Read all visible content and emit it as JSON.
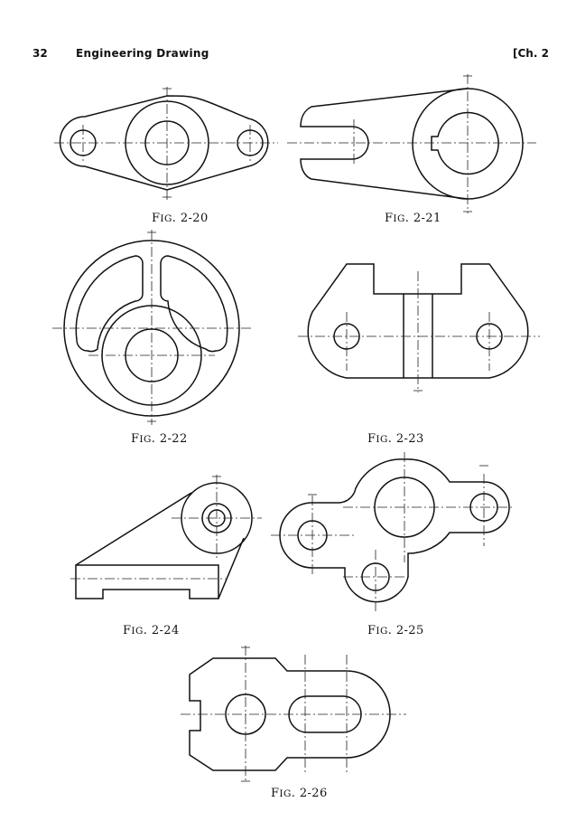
{
  "header": {
    "page_number": "32",
    "title": "Engineering  Drawing",
    "chapter": "[Ch. 2"
  },
  "figures": [
    {
      "fig": "F",
      "sc": "IG",
      "num": ". 2-20"
    },
    {
      "fig": "F",
      "sc": "IG",
      "num": ". 2-21"
    },
    {
      "fig": "F",
      "sc": "IG",
      "num": ". 2-22"
    },
    {
      "fig": "F",
      "sc": "IG",
      "num": ". 2-23"
    },
    {
      "fig": "F",
      "sc": "IG",
      "num": ". 2-24"
    },
    {
      "fig": "F",
      "sc": "IG",
      "num": ". 2-25"
    },
    {
      "fig": "F",
      "sc": "IG",
      "num": ". 2-26"
    }
  ]
}
